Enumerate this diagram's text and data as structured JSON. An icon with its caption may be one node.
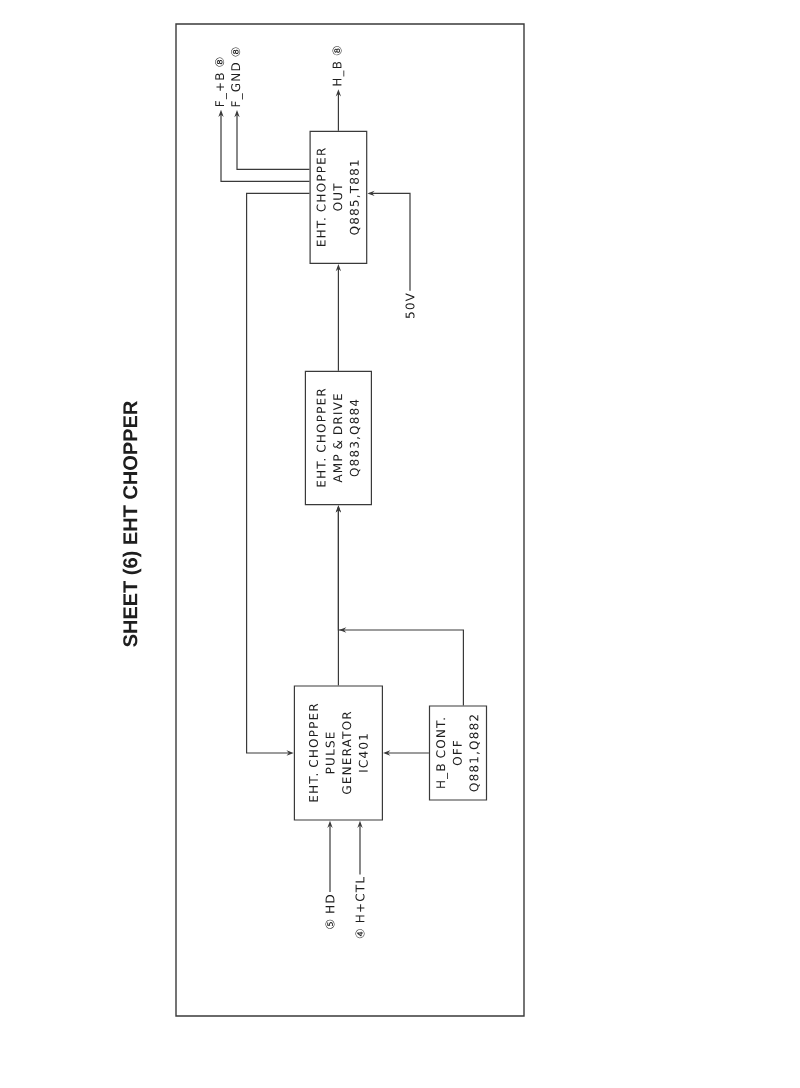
{
  "diagram": {
    "title": "SHEET (6) EHT CHOPPER",
    "nodes": [
      {
        "text": [
          "⑤ HD"
        ]
      },
      {
        "text": [
          "④ H+CTL"
        ]
      },
      {
        "text": [
          "EHT. CHOPPER PULSE GENERATOR IC401"
        ]
      },
      {
        "text": [
          "H_B CONT. OFF Q881,Q882"
        ]
      },
      {
        "text": [
          "EHT. CHOPPER AMP & DRIVE Q883,Q884"
        ]
      },
      {
        "text": [
          "50V"
        ]
      },
      {
        "text": [
          "EHT. CHOPPER OUT Q885,T881"
        ]
      },
      {
        "text": [
          "F_+B ⑧"
        ]
      },
      {
        "text": [
          "F_GND ⑧"
        ]
      },
      {
        "text": [
          "H_B ⑧"
        ]
      }
    ],
    "edges": [
      {
        "from": 0,
        "to": 2,
        "arrow": "to"
      },
      {
        "from": 1,
        "to": 2,
        "arrow": "to"
      },
      {
        "from": 2,
        "to": 4,
        "arrow": "to"
      },
      {
        "from": 3,
        "to": 4,
        "arrow": "to"
      },
      {
        "from": 3,
        "to": 2,
        "arrow": "to"
      },
      {
        "from": 4,
        "to": 6,
        "arrow": "to"
      },
      {
        "from": 5,
        "to": 6,
        "arrow": "to"
      },
      {
        "from": 6,
        "to": 2,
        "arrow": "to"
      },
      {
        "from": 6,
        "to": 7,
        "arrow": "to"
      },
      {
        "from": 6,
        "to": 8,
        "arrow": "to"
      },
      {
        "from": 6,
        "to": 9,
        "arrow": "to"
      }
    ]
  }
}
